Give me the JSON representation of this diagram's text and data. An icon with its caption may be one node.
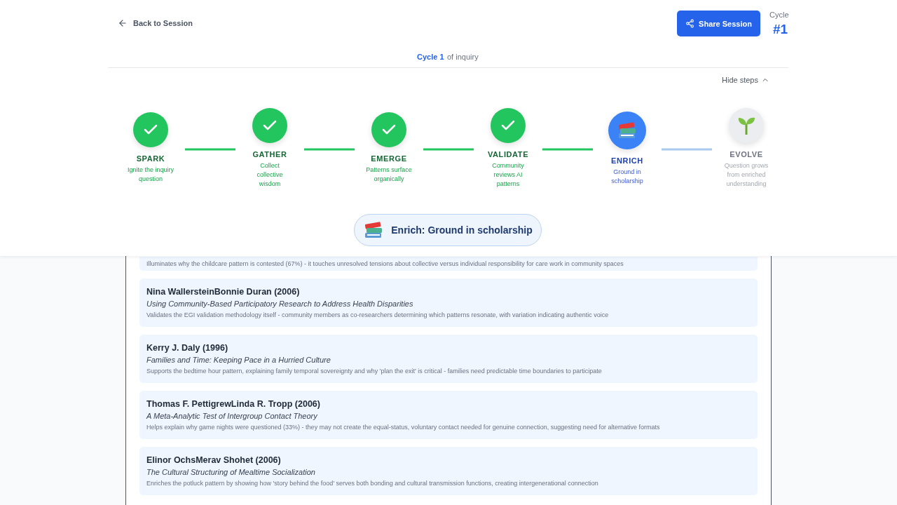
{
  "diagram": {
    "nodes": [
      {
        "text": [
          "SPARK",
          "Ignite the inquiry question"
        ]
      },
      {
        "text": [
          "GATHER",
          "Collect collective wisdom"
        ]
      },
      {
        "text": [
          "EMERGE",
          "Patterns surface organically"
        ]
      },
      {
        "text": [
          "VALIDATE",
          "Community reviews AI patterns"
        ]
      },
      {
        "text": [
          "ENRICH",
          "Ground in scholarship"
        ]
      },
      {
        "text": [
          "EVOLVE",
          "Question grows from enriched understanding"
        ]
      },
      {
        "text": [
          "Enrich: Ground in scholarship"
        ]
      },
      {
        "text": [
          "Illuminates why the childcare pattern is contested (67%) - it touches unresolved tensions about collective versus individual responsibility for care work in community spaces"
        ]
      },
      {
        "text": [
          "Nina WallersteinBonnie Duran (2006)",
          "Using Community-Based Participatory Research to Address Health Disparities",
          "Validates the EGI validation methodology itself - community members as co-researchers determining which patterns resonate, with variation indicating authentic voice"
        ]
      },
      {
        "text": [
          "Kerry J. Daly (1996)",
          "Families and Time: Keeping Pace in a Hurried Culture",
          "Supports the bedtime hour pattern, explaining family temporal sovereignty and why 'plan the exit' is critical - families need predictable time boundaries to participate"
        ]
      },
      {
        "text": [
          "Thomas F. PettigrewLinda R. Tropp (2006)",
          "A Meta-Analytic Test of Intergroup Contact Theory",
          "Helps explain why game nights were questioned (33%) - they may not create the equal-status, voluntary contact needed for genuine connection, suggesting need for alternative formats"
        ]
      },
      {
        "text": [
          "Elinor OchsMerav Shohet (2006)",
          "The Cultural Structuring of Mealtime Socialization",
          "Enriches the potluck pattern by showing how 'story behind the food' serves both bonding and cultural transmission functions, creating intergenerational connection"
        ]
      }
    ],
    "edges": [
      {
        "from": 0,
        "to": 1,
        "arrow": "none"
      },
      {
        "from": 1,
        "to": 2,
        "arrow": "none"
      },
      {
        "from": 2,
        "to": 3,
        "arrow": "none"
      },
      {
        "from": 3,
        "to": 4,
        "arrow": "none"
      },
      {
        "from": 4,
        "to": 5,
        "arrow": "none",
        "color": "#a9c9ef"
      }
    ],
    "labels": [
      "Back to Session",
      "Share Session",
      "Cycle",
      "#1",
      "Cycle 1",
      "of inquiry",
      "Hide steps"
    ]
  }
}
